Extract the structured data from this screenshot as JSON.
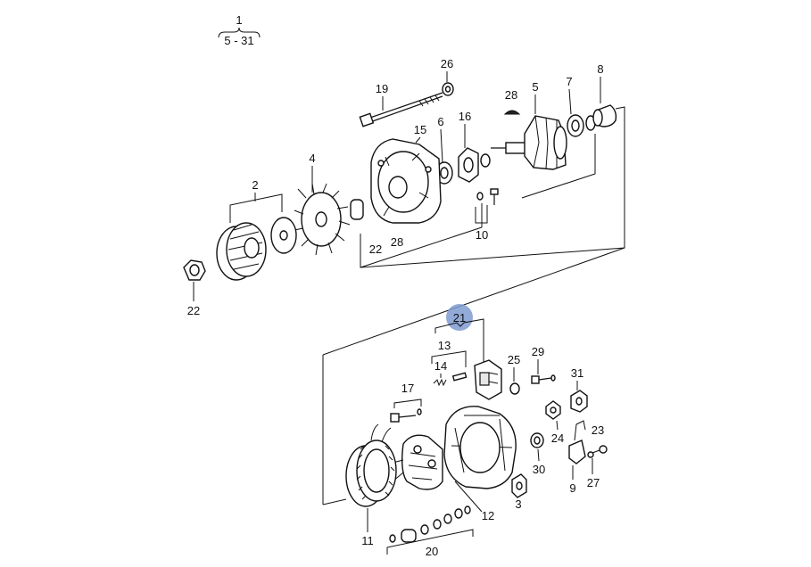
{
  "header": {
    "group_number": "1",
    "group_range": "5 - 31"
  },
  "highlight_color": "#7f9bd0",
  "callouts": {
    "c26": "26",
    "c19": "19",
    "c28top": "28",
    "c5": "5",
    "c7": "7",
    "c8": "8",
    "c6": "6",
    "c16": "16",
    "c15": "15",
    "c4": "4",
    "c2": "2",
    "c10": "10",
    "c22mid": "22",
    "c28mid": "28",
    "c22": "22",
    "c21": "21",
    "c13": "13",
    "c14": "14",
    "c25": "25",
    "c29": "29",
    "c17": "17",
    "c31": "31",
    "c24": "24",
    "c23": "23",
    "c30": "30",
    "c9": "9",
    "c27": "27",
    "c3": "3",
    "c12": "12",
    "c11": "11",
    "c20": "20"
  }
}
